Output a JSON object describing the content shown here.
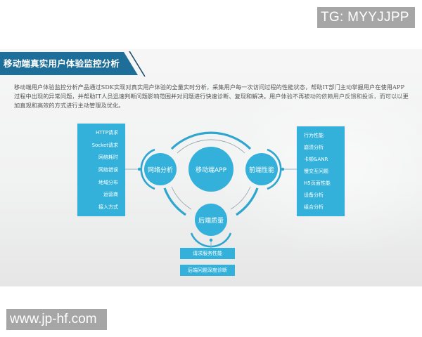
{
  "overlay": {
    "tg_badge": "TG: MYYJJPP",
    "watermark": "www.jp-hf.com"
  },
  "slide": {
    "title": "移动端真实用户体验监控分析",
    "intro": "移动端用户体验监控分析产品通过SDK实现对真实用户体验的全量实时分析，采集用户每一次访问过程的性能状态，帮助IT部门主动掌握用户在使用APP过程中出现的异常问题，并帮助IT人员迅速判断问题影响范围并对问题进行快速诊断、复现和解决。用户体验不再被动的依赖用户反馈和投诉，而可以以更加直观和高效的方式进行主动管理及优化。",
    "colors": {
      "banner": "#1d6f9a",
      "accent": "#33b1da",
      "ring": "#2fa6cf",
      "thin_ring": "#8fa0a8"
    },
    "diagram": {
      "center": "移动端APP",
      "nodes": {
        "left": "网络分析",
        "right": "前端性能",
        "bottom": "后端质量"
      },
      "left_list": [
        "HTTP请求",
        "Socket请求",
        "网络耗时",
        "网络错误",
        "地域分布",
        "运营商",
        "接入方式"
      ],
      "right_list": [
        "行为性能",
        "崩溃分析",
        "卡顿&ANR",
        "慢交互问题",
        "H5页面性能",
        "设备分析",
        "组合分析"
      ],
      "bottom_list": [
        "请求服务性能",
        "后端问题深度诊断"
      ]
    }
  }
}
